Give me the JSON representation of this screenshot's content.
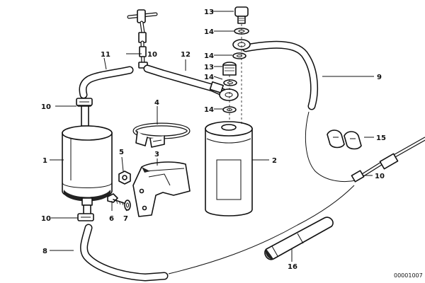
{
  "diagram": {
    "callouts": {
      "c1": "1",
      "c2": "2",
      "c3": "3",
      "c4": "4",
      "c5": "5",
      "c6": "6",
      "c7": "7",
      "c8": "8",
      "c9": "9",
      "c10a": "10",
      "c10b": "10",
      "c10c": "10",
      "c10d": "10",
      "c11": "11",
      "c12": "12",
      "c13a": "13",
      "c13b": "13",
      "c14a": "14",
      "c14b": "14",
      "c14c": "14",
      "c14d": "14",
      "c15": "15",
      "c16": "16"
    },
    "reference_number": "00001007"
  }
}
